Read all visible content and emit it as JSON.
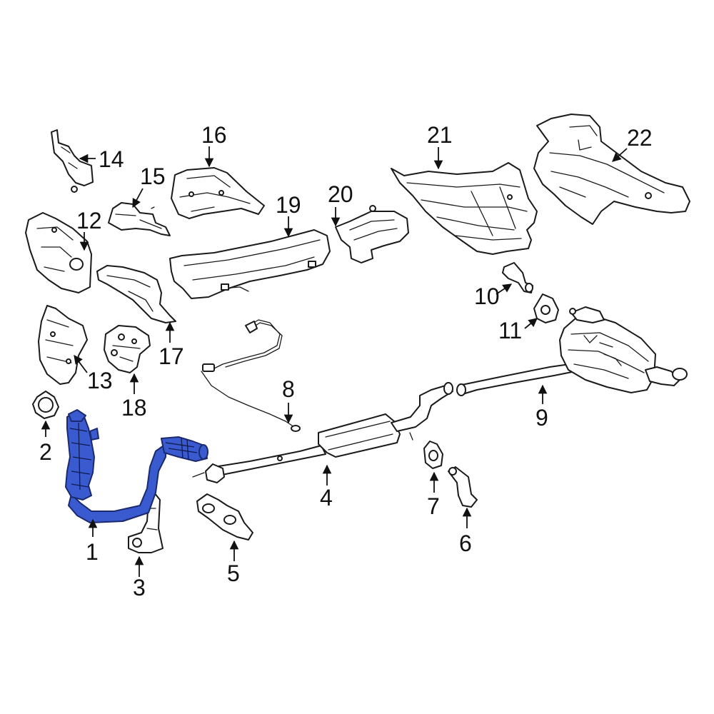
{
  "diagram": {
    "highlight_color": "#3a5bd0",
    "callouts": {
      "c1": "1",
      "c2": "2",
      "c3": "3",
      "c4": "4",
      "c5": "5",
      "c6": "6",
      "c7": "7",
      "c8": "8",
      "c9": "9",
      "c10": "10",
      "c11": "11",
      "c12": "12",
      "c13": "13",
      "c14": "14",
      "c15": "15",
      "c16": "16",
      "c17": "17",
      "c18": "18",
      "c19": "19",
      "c20": "20",
      "c21": "21",
      "c22": "22"
    }
  }
}
